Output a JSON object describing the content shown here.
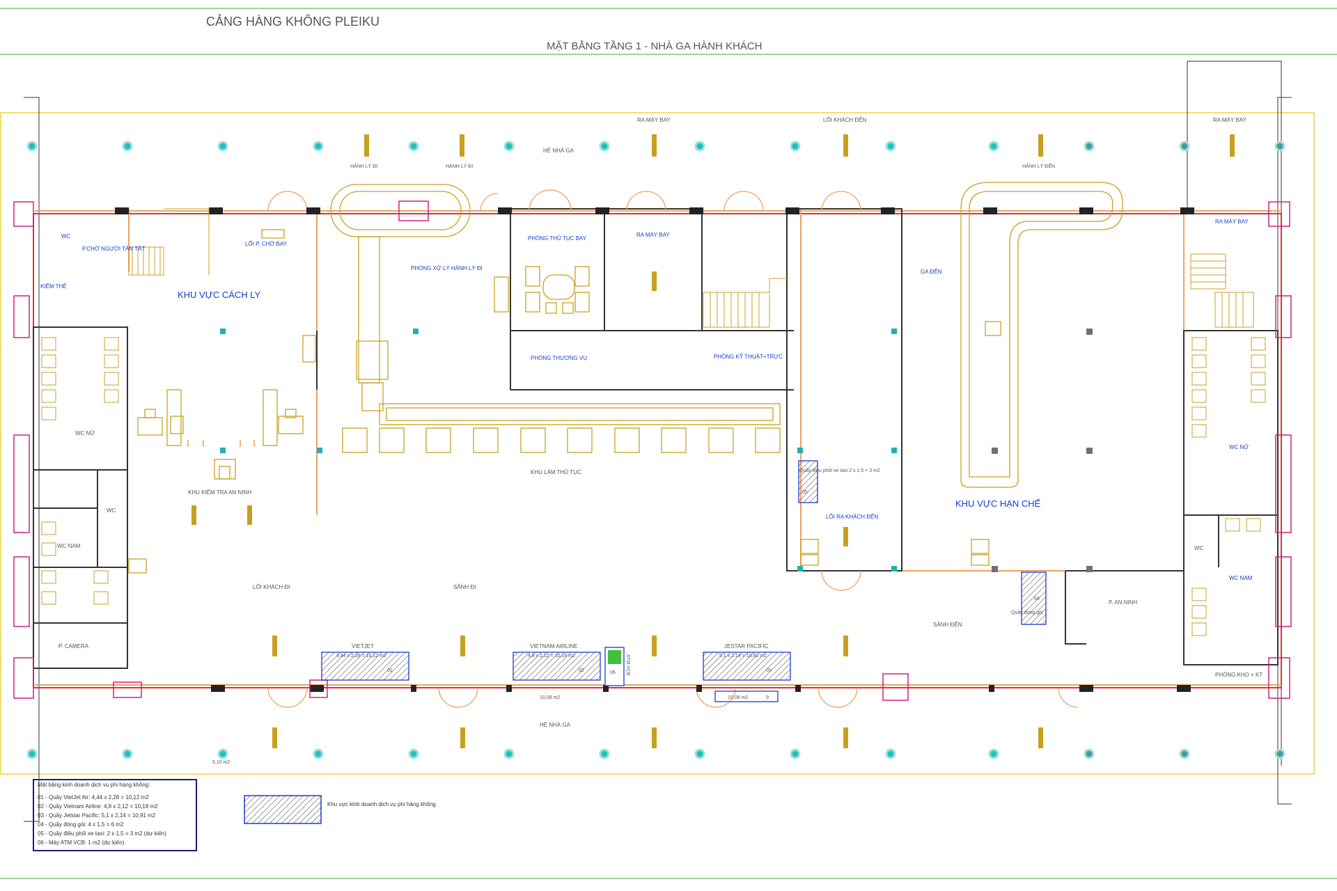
{
  "header": {
    "title": "CẢNG HÀNG KHÔNG PLEIKU",
    "subtitle": "MẶT BẰNG TẦNG 1 - NHÀ GA HÀNH KHÁCH"
  },
  "labels": {
    "ra_may_bay_1": "RA MÁY BAY",
    "loi_khach_den_top": "LỐI KHÁCH ĐẾN",
    "ra_may_bay_top_right": "RA MÁY BAY",
    "he_nha_ga_top": "HÈ NHÀ GA",
    "hanh_ly_di_1": "HÀNH LÝ ĐI",
    "hanh_ly_di_2": "HÀNH LÝ ĐI",
    "hanh_ly_den": "HÀNH LÝ ĐẾN",
    "wc_small": "WC",
    "p_cho_nguoi_tan_tat": "P.CHỜ NGƯỜI TÀN TẬT",
    "loi_p_cho_bay": "LỐI P. CHỜ BAY",
    "kiem_the": "KIỂM THẺ",
    "khu_vuc_cach_ly": "KHU VỰC CÁCH LY",
    "phong_xu_ly": "PHÒNG XỬ LÝ HÀNH LÝ ĐI",
    "phong_thu_tuc_bay": "PHÒNG THỦ TỤC BAY",
    "ra_may_bay_room": "RA MÁY BAY",
    "ga_den": "GA ĐẾN",
    "ra_may_bay_right": "RA MÁY BAY",
    "phong_thuong_vu": "PHÒNG THƯƠNG VỤ",
    "phong_kt": "PHÒNG KỸ THUẬT+TRỰC",
    "wc_nu_left": "WC NỮ",
    "wc_nu_right": "WC NỮ",
    "khu_lam_thu_tuc": "KHU LÀM THỦ TỤC",
    "quay_dieu_phoi": "Quầy điều phối xe taxi 2 x 1,5 = 3 m2",
    "quay_dieu_phoi_code": "05",
    "loi_ra_khach_den": "LỐI RA KHÁCH ĐẾN",
    "khu_kiem_tra": "KHU KIỂM TRA AN NINH",
    "wc_left": "WC",
    "wc_nam_left": "WC NAM",
    "khu_vuc_han_che": "KHU VỰC HẠN CHẾ",
    "wc_right": "WC",
    "wc_nam_right": "WC NAM",
    "loi_khach_di": "LỐI KHÁCH ĐI",
    "sanh_di": "SẢNH ĐI",
    "p_an_ninh": "P. AN NINH",
    "sanh_den": "SẢNH ĐẾN",
    "quay_dong_goi": "Quầy đóng gói",
    "quay_dong_goi_code": "04",
    "p_camera": "P. CAMERA",
    "vietjet": "VIETJET",
    "vietjet_area": "4,44 x 2,28 = 10,12 m2",
    "vietjet_code": "01",
    "vietnam_airline": "VIETNAM AIRLINE",
    "vietnam_area": "4,8 x 2,12 = 10,18 m2",
    "vietnam_code": "02",
    "jetstar": "JESTAR PACIFIC",
    "jetstar_area": "5,1 x 2,14 = 10,91 m2",
    "jetstar_code": "03",
    "atm_vcb": "ATM VCB",
    "atm_code": "06",
    "area_1008_a": "10,08 m2",
    "area_1008_b": "10,08 m2",
    "area_1008_b_num": "9",
    "phong_kho": "PHÒNG KHO + KT",
    "he_nha_ga_bottom": "HÈ NHÀ GA",
    "area_small": "5,10 m2"
  },
  "legend": {
    "title": "Mặt bằng kinh doanh dịch vụ phi hàng không:",
    "items": [
      "01 - Quầy VietJet Air: 4,44 x 2,28 = 10,12 m2",
      "02 - Quầy Vietnam Airline: 4,8 x 2,12 = 10,18 m2",
      "03 - Quầy Jetstar Pacific: 5,1 x 2,14 = 10,91 m2",
      "04 - Quầy đóng gói: 4 x 1,5 = 6 m2",
      "05 - Quầy điều phối xe taxi: 2 x 1,5 = 3 m2 (dự kiến)",
      "06 - Máy ATM VCB: 1 m2 (dự kiến)"
    ],
    "hatch_caption": "Khu vực kinh doanh dịch vụ phi hàng không"
  },
  "colors": {
    "wall_orange": "#f0a060",
    "wall_red": "#e03030",
    "boundary_yellow": "#f0e070",
    "furniture_gold": "#c8a020",
    "column_cyan": "#20c0c0",
    "marker_magenta": "#d02080",
    "room_text_blue": "#1a3ccc",
    "border_green": "#60c060",
    "legend_navy": "#1a1a80"
  }
}
